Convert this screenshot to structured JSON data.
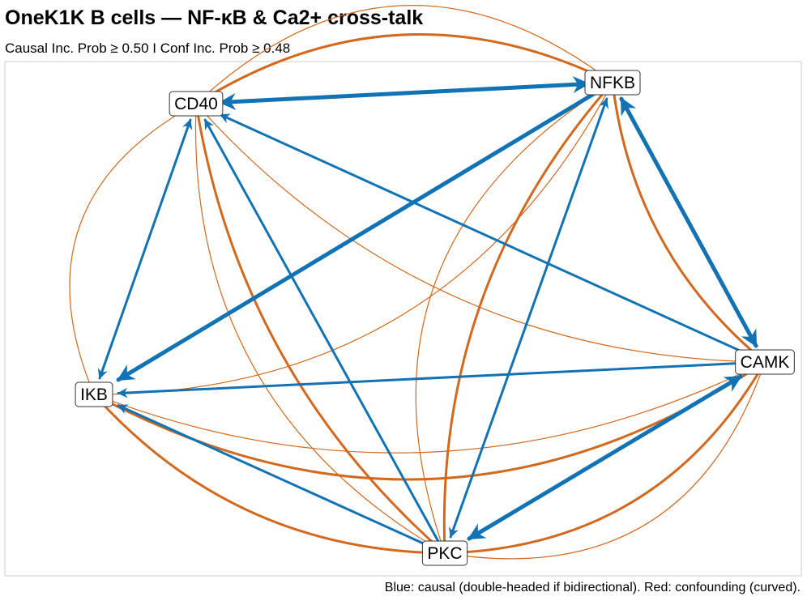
{
  "title": "OneK1K B cells — NF-κB & Ca2+ cross-talk",
  "subtitle": "Causal Inc. Prob ≥ 0.50   I   Conf Inc. Prob ≥ 0.48",
  "caption": "Blue: causal (double-headed if bidirectional). Red: confounding (curved).",
  "colors": {
    "causal": "#1273b4",
    "confounding": "#d2691e",
    "panel_border": "#cccccc"
  },
  "nodes": [
    {
      "id": "CD40",
      "label": "CD40"
    },
    {
      "id": "NFKB",
      "label": "NFKB"
    },
    {
      "id": "CAMK",
      "label": "CAMK"
    },
    {
      "id": "IKB",
      "label": "IKB"
    },
    {
      "id": "PKC",
      "label": "PKC"
    }
  ],
  "causal_edges": [
    {
      "source": "NFKB",
      "target": "CD40",
      "bidirectional": true,
      "weight": "strong"
    },
    {
      "source": "NFKB",
      "target": "CAMK",
      "bidirectional": true,
      "weight": "strong"
    },
    {
      "source": "CAMK",
      "target": "PKC",
      "bidirectional": true,
      "weight": "strong"
    },
    {
      "source": "NFKB",
      "target": "IKB",
      "bidirectional": false,
      "weight": "strong"
    },
    {
      "source": "IKB",
      "target": "CD40",
      "bidirectional": true,
      "weight": "medium"
    },
    {
      "source": "CAMK",
      "target": "CD40",
      "bidirectional": false,
      "weight": "medium"
    },
    {
      "source": "PKC",
      "target": "CD40",
      "bidirectional": false,
      "weight": "medium"
    },
    {
      "source": "PKC",
      "target": "NFKB",
      "bidirectional": true,
      "weight": "medium"
    },
    {
      "source": "CAMK",
      "target": "IKB",
      "bidirectional": false,
      "weight": "medium"
    },
    {
      "source": "PKC",
      "target": "IKB",
      "bidirectional": false,
      "weight": "medium"
    }
  ],
  "confounding_edges": [
    {
      "a": "CD40",
      "b": "NFKB",
      "weight": "thick"
    },
    {
      "a": "CD40",
      "b": "NFKB",
      "weight": "thin"
    },
    {
      "a": "IKB",
      "b": "NFKB",
      "weight": "thin"
    },
    {
      "a": "IKB",
      "b": "PKC",
      "weight": "thick"
    },
    {
      "a": "IKB",
      "b": "CAMK",
      "weight": "thick"
    },
    {
      "a": "IKB",
      "b": "CAMK",
      "weight": "thin"
    },
    {
      "a": "CD40",
      "b": "IKB",
      "weight": "thin"
    },
    {
      "a": "CD40",
      "b": "PKC",
      "weight": "thick"
    },
    {
      "a": "CD40",
      "b": "PKC",
      "weight": "thin"
    },
    {
      "a": "CD40",
      "b": "CAMK",
      "weight": "thin"
    },
    {
      "a": "NFKB",
      "b": "CAMK",
      "weight": "thick"
    },
    {
      "a": "NFKB",
      "b": "PKC",
      "weight": "thick"
    },
    {
      "a": "NFKB",
      "b": "PKC",
      "weight": "thin"
    },
    {
      "a": "PKC",
      "b": "CAMK",
      "weight": "thick"
    },
    {
      "a": "PKC",
      "b": "CAMK",
      "weight": "thin"
    }
  ]
}
